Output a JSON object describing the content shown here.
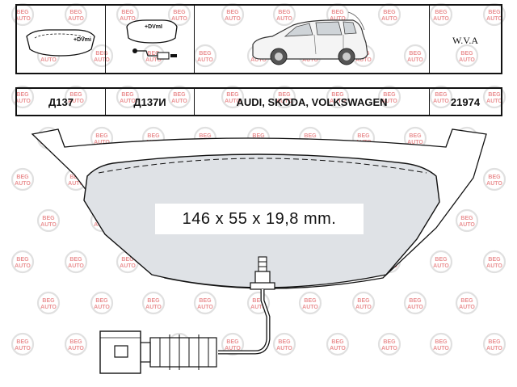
{
  "watermark": {
    "line1": "BEG",
    "line2": "AUTO",
    "color": "#d9373a"
  },
  "icons": {
    "pad": "brake-pad-icon",
    "sensor": "wear-sensor-icon",
    "sensor_label": "+DVmI",
    "car": "car-hatchback-icon",
    "standard": "W.V.A"
  },
  "codes": {
    "main": "Д137",
    "sensor": "Д137И",
    "makes": "AUDI, SKODA, VOLKSWAGEN",
    "wva": "21974"
  },
  "drawing": {
    "dimensions": "146 x 55 x 19,8 mm."
  }
}
